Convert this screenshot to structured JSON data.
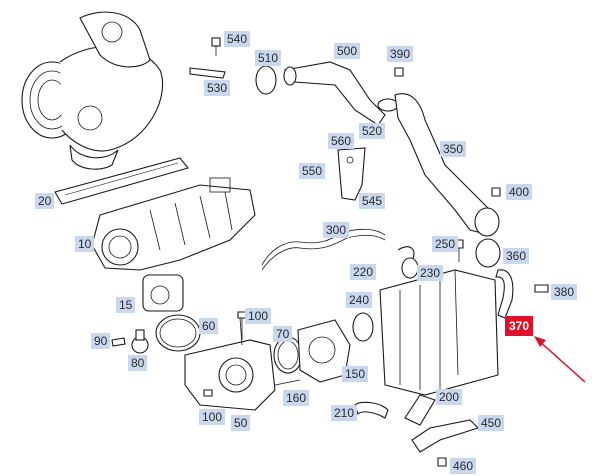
{
  "diagram": {
    "highlight_color": "#e0102a",
    "callout_color": "#c9d8ee",
    "arrow_color": "#e0102a",
    "callouts": [
      {
        "id": "540",
        "label": "540"
      },
      {
        "id": "510",
        "label": "510"
      },
      {
        "id": "500",
        "label": "500"
      },
      {
        "id": "390",
        "label": "390"
      },
      {
        "id": "530",
        "label": "530"
      },
      {
        "id": "520",
        "label": "520"
      },
      {
        "id": "560",
        "label": "560"
      },
      {
        "id": "350",
        "label": "350"
      },
      {
        "id": "550",
        "label": "550"
      },
      {
        "id": "545",
        "label": "545"
      },
      {
        "id": "400",
        "label": "400"
      },
      {
        "id": "20",
        "label": "20"
      },
      {
        "id": "300",
        "label": "300"
      },
      {
        "id": "250",
        "label": "250"
      },
      {
        "id": "10",
        "label": "10"
      },
      {
        "id": "360",
        "label": "360"
      },
      {
        "id": "220",
        "label": "220"
      },
      {
        "id": "230",
        "label": "230"
      },
      {
        "id": "380",
        "label": "380"
      },
      {
        "id": "15",
        "label": "15"
      },
      {
        "id": "240",
        "label": "240"
      },
      {
        "id": "100a",
        "label": "100"
      },
      {
        "id": "370",
        "label": "370"
      },
      {
        "id": "60",
        "label": "60"
      },
      {
        "id": "70",
        "label": "70"
      },
      {
        "id": "90",
        "label": "90"
      },
      {
        "id": "80",
        "label": "80"
      },
      {
        "id": "150",
        "label": "150"
      },
      {
        "id": "160",
        "label": "160"
      },
      {
        "id": "200",
        "label": "200"
      },
      {
        "id": "100b",
        "label": "100"
      },
      {
        "id": "210",
        "label": "210"
      },
      {
        "id": "50",
        "label": "50"
      },
      {
        "id": "450",
        "label": "450"
      },
      {
        "id": "460",
        "label": "460"
      }
    ]
  }
}
